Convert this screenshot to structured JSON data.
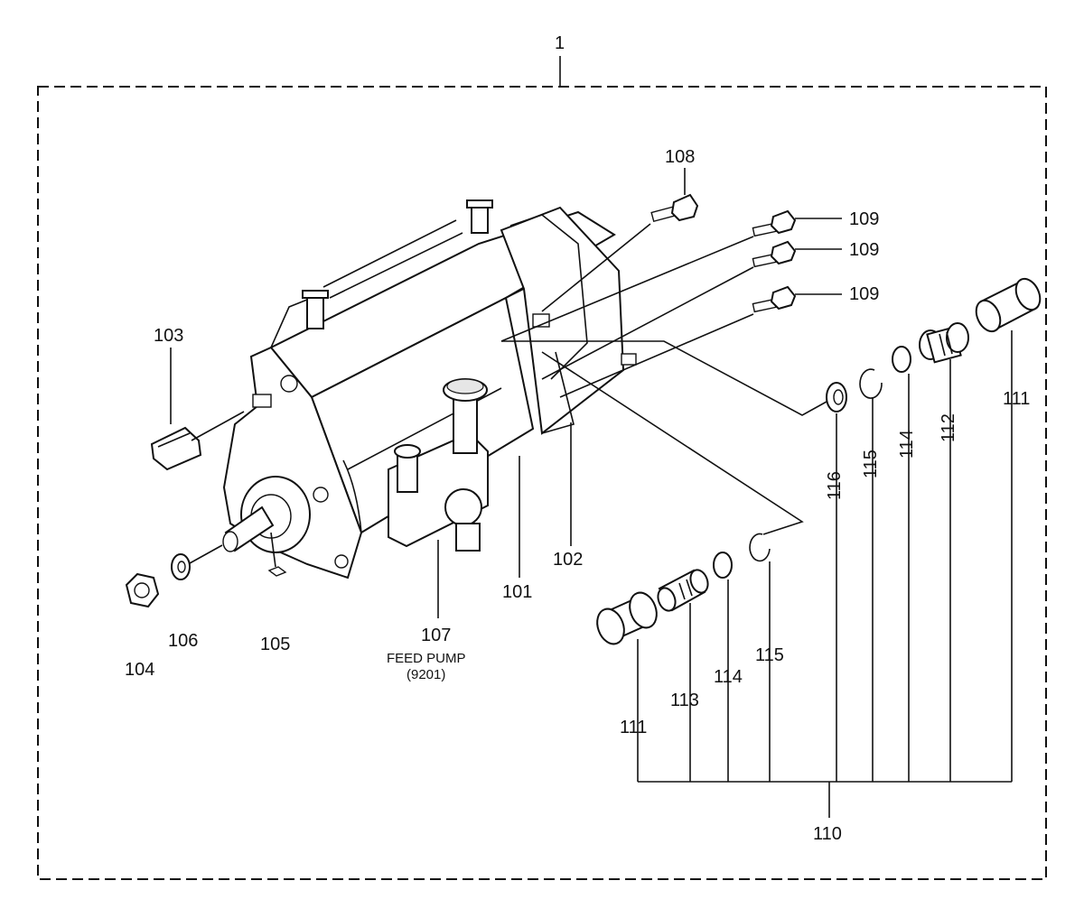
{
  "labels": {
    "assembly": "1",
    "injection_pump": "101",
    "governor_housing": "102",
    "cap_103": "103",
    "nut_104": "104",
    "key_105": "105",
    "washer_106": "106",
    "feed_pump": "107",
    "feed_pump_name": "FEED PUMP",
    "feed_pump_ref": "(9201)",
    "bolt_108": "108",
    "bolt_109_a": "109",
    "bolt_109_b": "109",
    "bolt_109_c": "109",
    "kit_110": "110",
    "cap_111_right": "111",
    "cap_111_left": "111",
    "plug_112": "112",
    "plug_113": "113",
    "oring_114_right": "114",
    "oring_114_left": "114",
    "snapring_115_right": "115",
    "snapring_115_left": "115",
    "seal_116": "116"
  }
}
